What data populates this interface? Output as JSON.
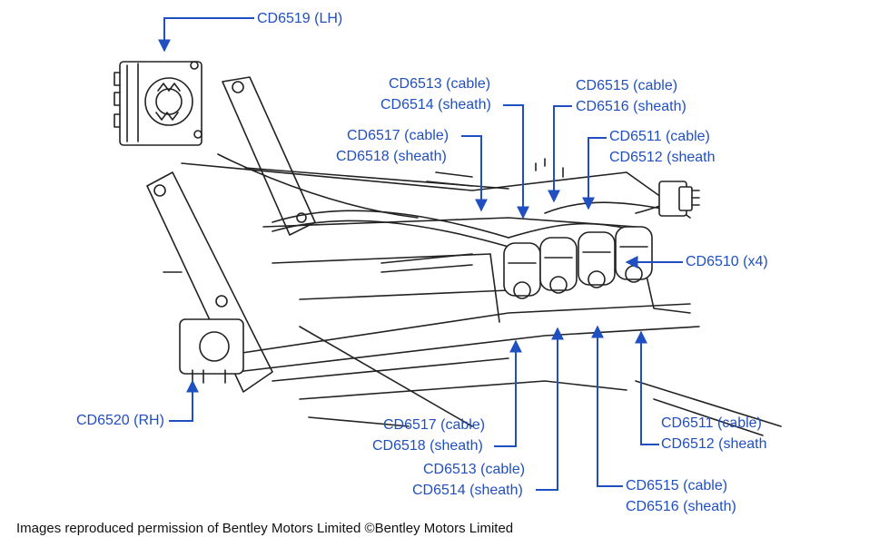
{
  "labels": {
    "l6519": "CD6519 (LH)",
    "l6513a": "CD6513 (cable)",
    "l6514a": "CD6514 (sheath)",
    "l6515a": "CD6515 (cable)",
    "l6516a": "CD6516 (sheath)",
    "l6517a": "CD6517 (cable)",
    "l6518a": "CD6518 (sheath)",
    "l6511a": "CD6511 (cable)",
    "l6512a": "CD6512 (sheath",
    "l6510": "CD6510 (x4)",
    "l6520": "CD6520 (RH)",
    "l6517b": "CD6517 (cable)",
    "l6518b": "CD6518 (sheath)",
    "l6511b": "CD6511 (cable)",
    "l6512b": "CD6512 (sheath",
    "l6513b": "CD6513 (cable)",
    "l6514b": "CD6514 (sheath)",
    "l6515b": "CD6515 (cable)",
    "l6516b": "CD6516 (sheath)"
  },
  "credit": "Images reproduced permission of Bentley Motors Limited ©Bentley Motors Limited",
  "colors": {
    "label": "#1f4fc0",
    "drawing": "#222222"
  }
}
